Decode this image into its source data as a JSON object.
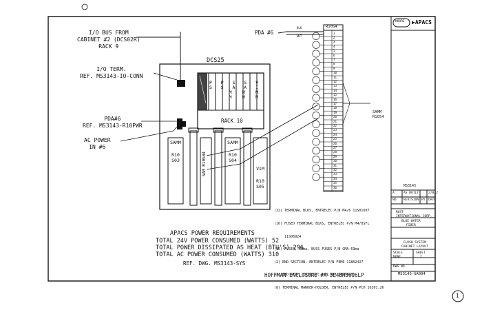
{
  "labels": {
    "io_bus": [
      "I/O BUS FROM",
      "CABINET #2 (DCS02R)",
      "RACK 9"
    ],
    "io_term": [
      "I/O TERM.",
      "REF. MS3143-IO-CONN"
    ],
    "pda": [
      "PDA#6",
      "REF. MS3143-R10PWR"
    ],
    "ac_power": [
      "AC POWER",
      "IN #6"
    ],
    "pda_right": "PDA #6"
  },
  "cabinet": {
    "name": "DCS25",
    "rack_name": "RACK 10",
    "slot_labels": [
      "P",
      "P",
      "S",
      "S",
      "V"
    ],
    "slot_labels_2": [
      "S",
      "S",
      "A",
      "A",
      "I"
    ],
    "slot_labels_3": [
      "",
      "",
      "M",
      "M",
      "M"
    ],
    "slot_labels_4": [
      "",
      "",
      "M",
      "M",
      "M"
    ],
    "module_samm_left": [
      "SAMM",
      "",
      "R10",
      "S03"
    ],
    "module_sam": "SAM R10S04",
    "module_samm_mid": [
      "SAMM",
      "",
      "R10",
      "S04"
    ],
    "module_vim": [
      "VIM",
      "",
      "R10",
      "S05"
    ]
  },
  "terminal": {
    "header": "R10S4",
    "side_label": [
      "SAMM",
      "R10S4"
    ],
    "blk": "BLK",
    "wht": "WHT",
    "numbers": [
      "1",
      "2",
      "3",
      "4",
      "5",
      "6",
      "7",
      "8",
      "9",
      "10",
      "11",
      "12",
      "13",
      "14",
      "15",
      "16",
      "17",
      "18",
      "19",
      "20",
      "21",
      "22",
      "23",
      "24",
      "25",
      "26",
      "27",
      "28",
      "29",
      "30",
      "31",
      "32",
      "33",
      "34",
      "35",
      "36"
    ]
  },
  "notes": [
    "(32) TERMINAL BLKS, ENTRELEC P/N M4/6 11S01607",
    "(16) FUSED TERMINAL BLKS, ENTRELEC P/N M4/8SFL",
    "     11S06924",
    "(16) FUSES, 63ma, BUSS FUSES P/N GMA-63ma",
    "(2) END SECTION, ENTRELEC P/N FEM6 11862427",
    "(2) END STOP, ENTRELEC P/N BAM 10300286",
    "(8) TERMINAL MARKER-HOLDER, ENTRELEC P/N PCH 16301.26"
  ],
  "power": {
    "title": "APACS POWER REQUIREMENTS",
    "lines": [
      "TOTAL 24V POWER CONSUMED (WATTS) 52",
      "TOTAL POWER DISSIPATED AS HEAT (BTU'S) 296",
      "TOTAL AC POWER CONSUMED (WATTS) 310"
    ],
    "ref": "REF. DWG. MS3143-SYS",
    "enclosure": "HOFFMAN ENCLOSURE #A-3L4BH3616LP"
  },
  "title_block": {
    "logo_left": "MOORE",
    "logo_right": "APACS",
    "dwg_no": "MS3143",
    "rows": [
      [
        "A",
        "AS BUILT",
        "",
        "2/8/2"
      ],
      [
        "NO",
        "REVISION",
        "BY",
        "DATE"
      ]
    ],
    "customer": [
      "RUST",
      "INTERNATIONAL CORP."
    ],
    "project": [
      "BLUE WATER",
      "FIBER"
    ],
    "drawing_title": [
      "FLUSH SYSTEM",
      "CABINET LAYOUT"
    ],
    "scale_label": "SCALE",
    "scale_value": "NONE",
    "sheet_label": "SHEET",
    "sheet_value": "2",
    "dwg_label": "DWG NO",
    "dwg_value": "MS3143-GA004"
  },
  "page_number": "1"
}
